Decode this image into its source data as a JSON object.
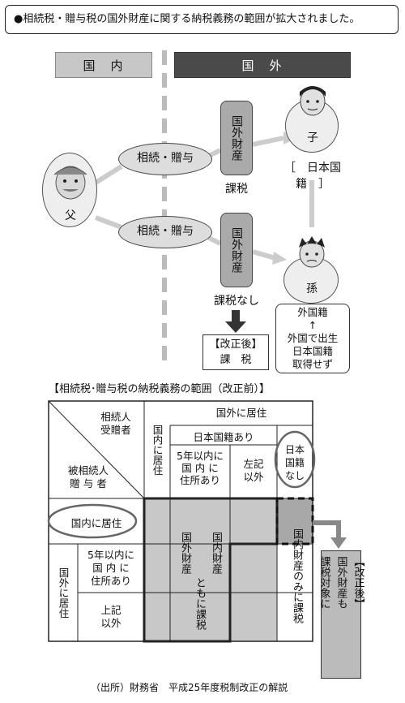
{
  "title": "●相続税・贈与税の国外財産に関する納税義務の範囲が拡大されました。",
  "headers": {
    "domestic": "国　内",
    "foreign": "国　外"
  },
  "people": {
    "father": "父",
    "child": "子",
    "grandchild": "孫"
  },
  "flow1": {
    "label": "相続・贈与",
    "box": "国外財産",
    "result": "課税"
  },
  "flow2": {
    "label": "相続・贈与",
    "box": "国外財産",
    "result": "課税なし"
  },
  "child_nationality": "［　日本国籍　］",
  "grandchild_note": [
    "外国籍",
    "↑",
    "外国で出生",
    "日本国籍",
    "取得せず"
  ],
  "revised_box": [
    "【改正後】",
    "課　税"
  ],
  "table_title": "【相続税･贈与税の納税義務の範囲（改正前）】",
  "table": {
    "heir_label": [
      "相続人",
      "受贈者"
    ],
    "decedent_label": [
      "被相続人",
      "贈 与 者"
    ],
    "col_domestic": "国内に居住",
    "col_foreign": "国外に居住",
    "col_japanese": "日本国籍あり",
    "col_5yr": [
      "5年以内に",
      "国 内 に",
      "住所あり"
    ],
    "col_other": [
      "左記",
      "以外"
    ],
    "col_no_nat": "日本国籍なし",
    "row_domestic": "国内に居住",
    "row_foreign": "国外に居住",
    "row_5yr": [
      "5年以内に",
      "国 内 に",
      "住所あり"
    ],
    "row_other": [
      "上記",
      "以外"
    ],
    "both_taxed_a": "国外財産",
    "both_taxed_b": "国内財産",
    "both_taxed_c": "ともに課税",
    "domestic_only": "国内財産のみに課税",
    "revised_side": [
      "【改正後】",
      "国外財産も",
      "課税対象に"
    ]
  },
  "source": "（出所）財務省　平成25年度税制改正の解説"
}
